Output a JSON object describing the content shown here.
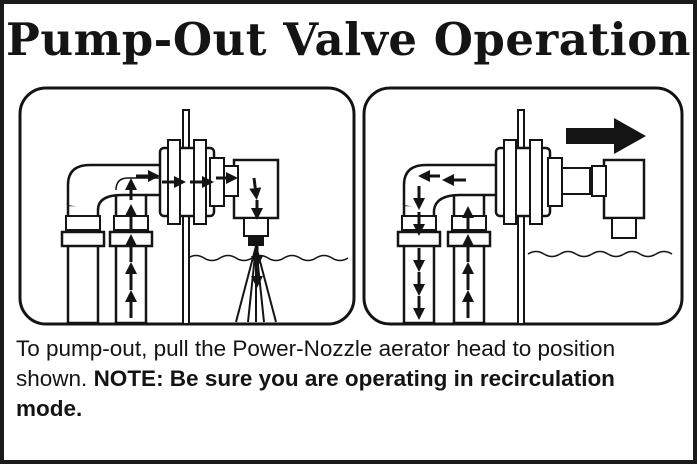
{
  "title": "Pump-Out Valve Operation",
  "caption": {
    "text": "To pump-out, pull the Power-Nozzle aerator head to position shown.",
    "note": "NOTE: Be sure you are operating in recirculation mode."
  },
  "colors": {
    "ink": "#141414",
    "background": "#ffffff"
  },
  "panels": [
    {
      "name": "normal-aeration",
      "flow": "through-valve-to-aerator-nozzle"
    },
    {
      "name": "pump-out",
      "flow": "recirculation-return",
      "aerator_head_shifted": true
    }
  ]
}
